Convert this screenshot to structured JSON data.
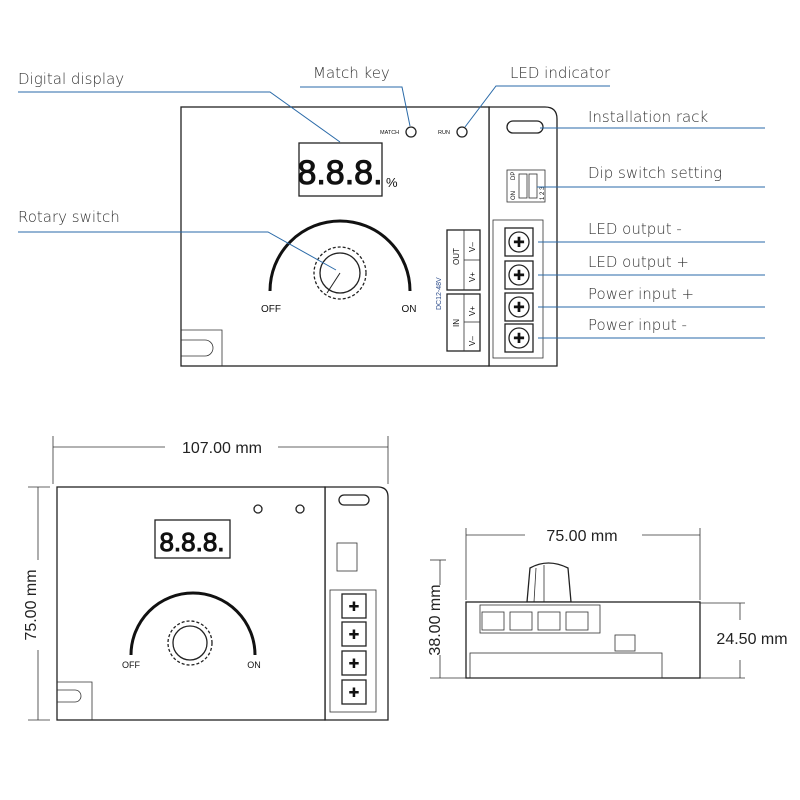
{
  "callouts": {
    "digital_display": "Digital display",
    "match_key": "Match key",
    "led_indicator": "LED indicator",
    "installation_rack": "Installation rack",
    "dip_switch_setting": "Dip switch setting",
    "rotary_switch": "Rotary switch",
    "led_output_minus": "LED output -",
    "led_output_plus": "LED output +",
    "power_input_plus": "Power input +",
    "power_input_minus": "Power input -"
  },
  "device": {
    "match_label": "MATCH",
    "run_label": "RUN",
    "display_digits": "8.8.8.",
    "percent": "%",
    "off": "OFF",
    "on": "ON",
    "voltage": "DC12-48V",
    "out": "OUT",
    "in": "IN",
    "v_minus": "V–",
    "v_plus": "V+",
    "dip_on": "ON",
    "dip_dp": "DP",
    "dip_numbers": "1 2 3"
  },
  "dimensions": {
    "width": "107.00 mm",
    "height": "75.00 mm",
    "depth": "75.00 mm",
    "total_height": "38.00 mm",
    "body_height": "24.50 mm"
  },
  "colors": {
    "leader_line": "#2a6aa8",
    "outline": "#222222"
  }
}
